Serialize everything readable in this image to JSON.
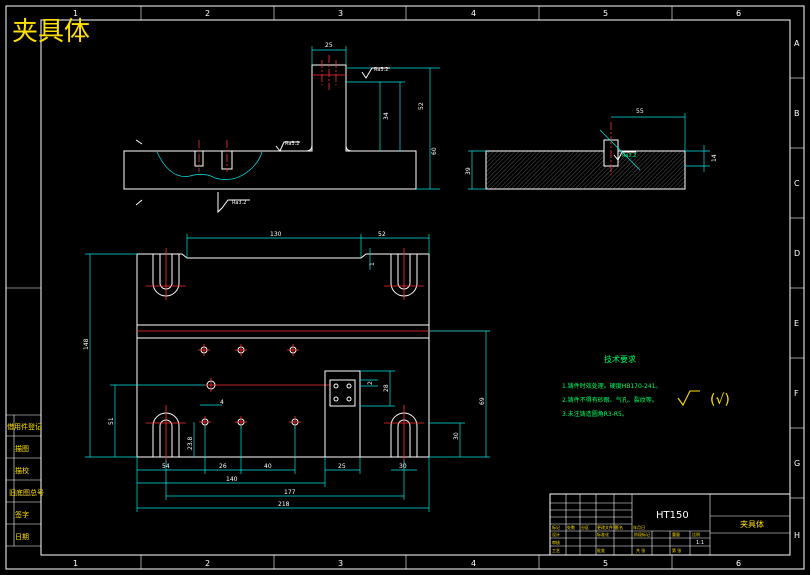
{
  "title": "夹具体",
  "border": {
    "col_labels": [
      "1",
      "2",
      "3",
      "4",
      "5",
      "6"
    ],
    "row_labels": [
      "A",
      "B",
      "C",
      "D",
      "E",
      "F",
      "G",
      "H"
    ]
  },
  "dimensions": {
    "d25_top": "25",
    "d52_right": "52",
    "d34_inner": "34",
    "d60_height": "60",
    "d55_side": "55",
    "d14_side": "14",
    "d39_side": "39",
    "d130": "130",
    "d52_plan": "52",
    "d148": "148",
    "d51": "51",
    "d69": "69",
    "d30_v": "30",
    "d28": "28",
    "d2": "2",
    "d4": "4",
    "d23_8": "23.8",
    "d54": "54",
    "d26": "26",
    "d40": "40",
    "d25_b": "25",
    "d30_b": "30",
    "d140": "140",
    "d177": "177",
    "d218": "218",
    "d1_small": "1"
  },
  "roughness": {
    "r1": "Ra3.2",
    "r2": "Ra3.2",
    "r3": "Ra3.2",
    "r4": "Ra3.2"
  },
  "tech_requirements": {
    "heading": "技术要求",
    "items": [
      "1.铸件时效处理。硬度HB170-241。",
      "2.铸件不得有砂眼、气孔、裂纹等。",
      "3.未注铸造圆角R3-R5。"
    ],
    "roughness_symbol": "(√)"
  },
  "left_table": {
    "cells": [
      "借用件登记",
      "描图",
      "描校",
      "旧底图总号",
      "签字",
      "日期"
    ]
  },
  "title_block": {
    "material": "HT150",
    "part_name": "夹具体",
    "scale": "1:1",
    "small_labels": [
      "标记",
      "处数",
      "分区",
      "更改文件号",
      "签名",
      "年月日",
      "设计",
      "标准化",
      "阶段标记",
      "重量",
      "比例",
      "审核",
      "工艺",
      "批准",
      "共 张",
      "第 张"
    ]
  }
}
